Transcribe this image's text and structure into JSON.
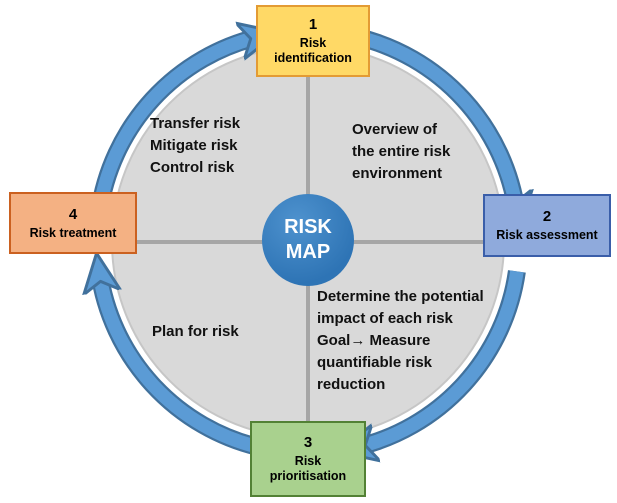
{
  "diagram": {
    "hub": {
      "line1": "RISK",
      "line2": "MAP"
    },
    "stages": [
      {
        "number": "1",
        "label": "Risk identification",
        "fill": "#FFD966",
        "border": "#E39B34"
      },
      {
        "number": "2",
        "label": "Risk assessment",
        "fill": "#8FAADC",
        "border": "#3A5EA9"
      },
      {
        "number": "3",
        "label": "Risk prioritisation",
        "fill": "#A9D18E",
        "border": "#538135"
      },
      {
        "number": "4",
        "label": "Risk treatment",
        "fill": "#F4B183",
        "border": "#CB6120"
      }
    ],
    "quadrant_notes": {
      "top_left": [
        "Transfer risk",
        "Mitigate risk",
        "Control risk"
      ],
      "top_right": [
        "Overview of",
        "the entire risk",
        "environment"
      ],
      "bottom_left": [
        "Plan for risk"
      ],
      "bottom_right": [
        "Determine the potential",
        "impact of each risk",
        "Goal→ Measure",
        "quantifiable risk",
        "reduction"
      ]
    },
    "colors": {
      "arrow_fill": "#5B9BD5",
      "arrow_outline": "#41719C",
      "cycle_fill": "#D9D9D9",
      "divider": "#A6A6A6",
      "hub_fill": "#2E74B5",
      "hub_text": "#FFFFFF"
    }
  }
}
